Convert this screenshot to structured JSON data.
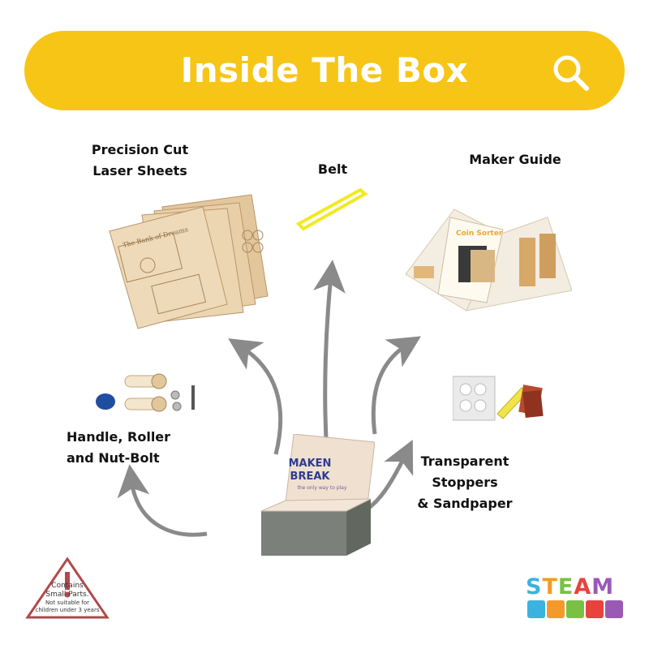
{
  "header": {
    "title": "Inside The Box"
  },
  "items": {
    "laser_sheets": {
      "line1": "Precision Cut",
      "line2": "Laser Sheets",
      "sheet_text": "The Bank of Dreams"
    },
    "belt": {
      "label": "Belt"
    },
    "maker_guide": {
      "label": "Maker Guide",
      "cover_title": "Coin Sorter"
    },
    "handle": {
      "line1": "Handle, Roller",
      "line2": "and Nut-Bolt"
    },
    "stoppers": {
      "line1": "Transparent",
      "line2": "Stoppers",
      "line3": "& Sandpaper"
    }
  },
  "box": {
    "logo_line1": "MAKEN",
    "logo_line2": "BREAK",
    "tagline": "the only way to play"
  },
  "warning": {
    "line1": "Contains",
    "line2": "Small Parts.",
    "line3": "Not suitable for",
    "line4": "children under 3 years"
  },
  "steam": {
    "letters": [
      "S",
      "T",
      "E",
      "A",
      "M"
    ],
    "colors": [
      "#3bb3e0",
      "#f39a2b",
      "#7ac143",
      "#e8423f",
      "#9b59b6"
    ]
  },
  "colors": {
    "banner": "#f7c515",
    "belt": "#f5f232",
    "wood": "#e8cfa8",
    "box_grey": "#7b817a",
    "arrow": "#8a8a8a"
  }
}
